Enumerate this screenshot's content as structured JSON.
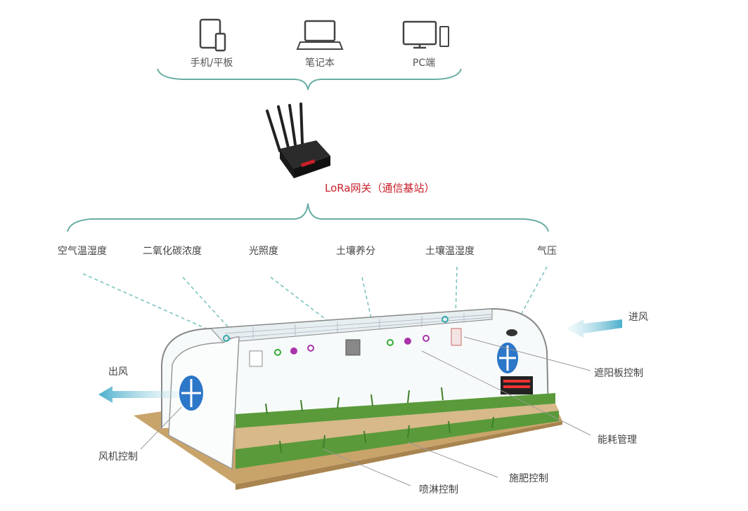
{
  "devices": [
    {
      "label": "手机/平板",
      "icon": "tablet-phone-icon"
    },
    {
      "label": "笔记本",
      "icon": "laptop-icon"
    },
    {
      "label": "PC端",
      "icon": "desktop-pc-icon"
    }
  ],
  "gateway": {
    "label": "LoRa网关（通信基站）",
    "color": "#c8202a"
  },
  "sensors": [
    "空气温湿度",
    "二氧化碳浓度",
    "光照度",
    "土壤养分",
    "土壤温湿度",
    "气压"
  ],
  "controls": {
    "air_in": "进风",
    "air_out": "出风",
    "shade": "遮阳板控制",
    "energy": "能耗管理",
    "fertilize": "施肥控制",
    "spray": "喷淋控制",
    "fan": "风机控制"
  },
  "colors": {
    "brace": "#6aaea4",
    "arrow": "#5fb6c8",
    "soil": "#c9a46a",
    "plant": "#5a9a3a"
  }
}
